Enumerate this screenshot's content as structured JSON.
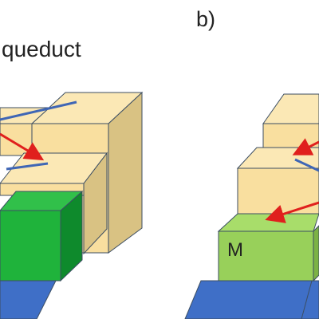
{
  "labels": {
    "panel_a_caption": "queduct",
    "panel_b_caption": "b)",
    "block_m_label": "M"
  },
  "colors": {
    "beige_top": "#fbe8b5",
    "beige_front": "#f9df9f",
    "beige_side": "#d9c283",
    "green_front": "#1fb33b",
    "green_top": "#31c04a",
    "green_side": "#0e8a2c",
    "lightgreen_front": "#98d05a",
    "lightgreen_top": "#a8dd6a",
    "lightgreen_side": "#7cb245",
    "blue_base": "#3f6fc7",
    "blue_base_dark": "#2f5aa9",
    "red_arrow": "#e0201d",
    "blue_line": "#3f66b5",
    "edge": "#3c4e63"
  }
}
